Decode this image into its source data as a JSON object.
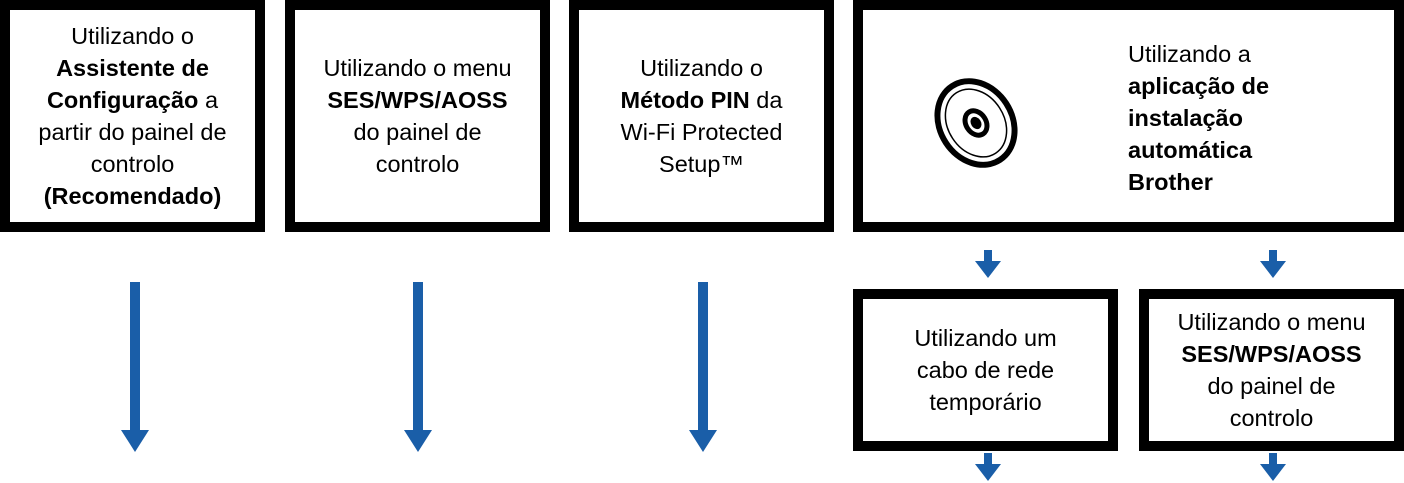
{
  "boxes": [
    {
      "lines": [
        [
          {
            "t": "Utilizando o",
            "b": false
          }
        ],
        [
          {
            "t": "Assistente de",
            "b": true
          }
        ],
        [
          {
            "t": "Configuração",
            "b": true
          },
          {
            "t": " a",
            "b": false
          }
        ],
        [
          {
            "t": "partir do painel de",
            "b": false
          }
        ],
        [
          {
            "t": "controlo",
            "b": false
          }
        ],
        [
          {
            "t": "(Recomendado)",
            "b": true
          }
        ]
      ]
    },
    {
      "lines": [
        [
          {
            "t": "Utilizando o menu",
            "b": false
          }
        ],
        [
          {
            "t": "SES/WPS/AOSS",
            "b": true
          }
        ],
        [
          {
            "t": "do painel de",
            "b": false
          }
        ],
        [
          {
            "t": "controlo",
            "b": false
          }
        ]
      ]
    },
    {
      "lines": [
        [
          {
            "t": "Utilizando o",
            "b": false
          }
        ],
        [
          {
            "t": "Método PIN",
            "b": true
          },
          {
            "t": " da",
            "b": false
          }
        ],
        [
          {
            "t": "Wi-Fi Protected",
            "b": false
          }
        ],
        [
          {
            "t": "Setup™",
            "b": false
          }
        ]
      ]
    },
    {
      "lines": [
        [
          {
            "t": "Utilizando a",
            "b": false
          }
        ],
        [
          {
            "t": "aplicação de",
            "b": true
          }
        ],
        [
          {
            "t": "instalação",
            "b": true
          }
        ],
        [
          {
            "t": "automática",
            "b": true
          }
        ],
        [
          {
            "t": "Brother",
            "b": true
          }
        ]
      ]
    },
    {
      "lines": [
        [
          {
            "t": "Utilizando um",
            "b": false
          }
        ],
        [
          {
            "t": "cabo de rede",
            "b": false
          }
        ],
        [
          {
            "t": "temporário",
            "b": false
          }
        ]
      ]
    },
    {
      "lines": [
        [
          {
            "t": "Utilizando o menu",
            "b": false
          }
        ],
        [
          {
            "t": "SES/WPS/AOSS",
            "b": true
          }
        ],
        [
          {
            "t": "do painel de",
            "b": false
          }
        ],
        [
          {
            "t": "controlo",
            "b": false
          }
        ]
      ]
    }
  ],
  "icons": {
    "installer": "cd-disc-icon",
    "arrow": "arrow-down-icon"
  },
  "colors": {
    "arrow": "#1a5ea8",
    "border": "#000000",
    "background": "#ffffff"
  }
}
